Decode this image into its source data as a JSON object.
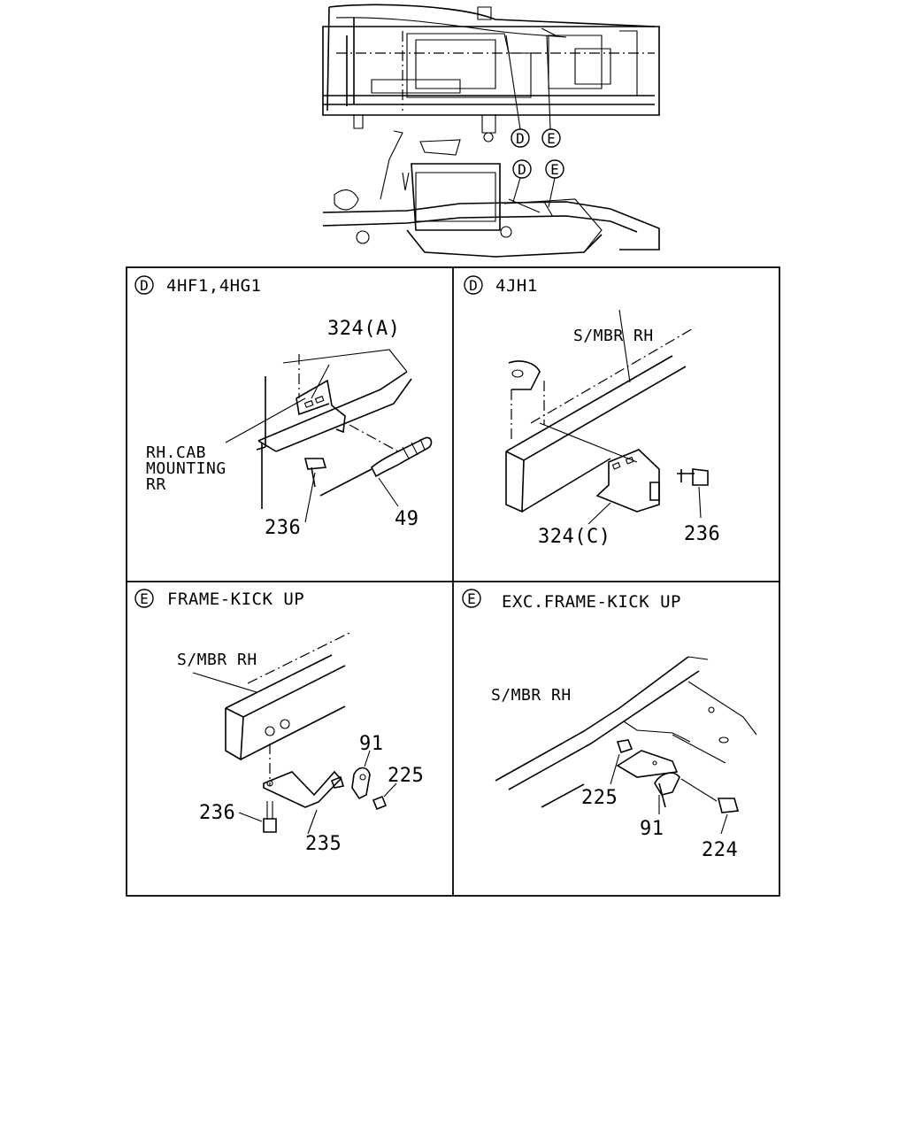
{
  "overview": {
    "callout_D_top": "D",
    "callout_E_top": "E",
    "callout_D_side": "D",
    "callout_E_side": "E"
  },
  "panels": [
    {
      "id": "d-4hf1",
      "marker": "D",
      "title": "4HF1,4HG1",
      "labels": {
        "bracket": "324(A)",
        "mount_l1": "RH.CAB",
        "mount_l2": "MOUNTING",
        "mount_l3": "RR",
        "bolt": "236",
        "cable": "49"
      }
    },
    {
      "id": "d-4jh1",
      "marker": "D",
      "title": "4JH1",
      "labels": {
        "member": "S/MBR RH",
        "bracket": "324(C)",
        "bolt": "236"
      }
    },
    {
      "id": "e-kick",
      "marker": "E",
      "title": "FRAME-KICK UP",
      "labels": {
        "member": "S/MBR RH",
        "clip": "91",
        "nut": "225",
        "bolt": "236",
        "bracket": "235"
      }
    },
    {
      "id": "e-exc",
      "marker": "E",
      "title": "EXC.FRAME-KICK UP",
      "labels": {
        "member": "S/MBR RH",
        "nut": "225",
        "clip": "91",
        "bolt": "224"
      }
    }
  ]
}
